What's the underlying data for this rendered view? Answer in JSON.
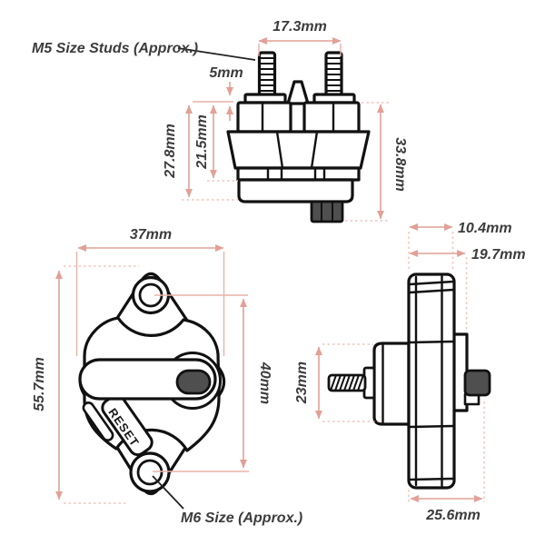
{
  "colors": {
    "dimension_accent": "#e2a096",
    "extension_light": "#eec6bf",
    "part_line": "#111111",
    "dark_fill": "#4f4f4f",
    "text": "#3c3c3c",
    "background": "#ffffff"
  },
  "annotations": {
    "m5_label": "M5 Size Studs (Approx.)",
    "m6_label": "M6 Size (Approx.)",
    "reset_label": "RESET"
  },
  "front_elevation": {
    "stud_spacing": "17.3mm",
    "stud_step": "5mm",
    "upper_body_height": "27.8mm",
    "inner_body_height": "21.5mm",
    "overall_height": "33.8mm"
  },
  "face_view": {
    "width": "37mm",
    "overall_height": "55.7mm",
    "mount_hole_spacing": "40mm"
  },
  "side_view": {
    "flange_depth": "10.4mm",
    "front_depth": "19.7mm",
    "body_height": "23mm",
    "overall_depth": "25.6mm"
  }
}
